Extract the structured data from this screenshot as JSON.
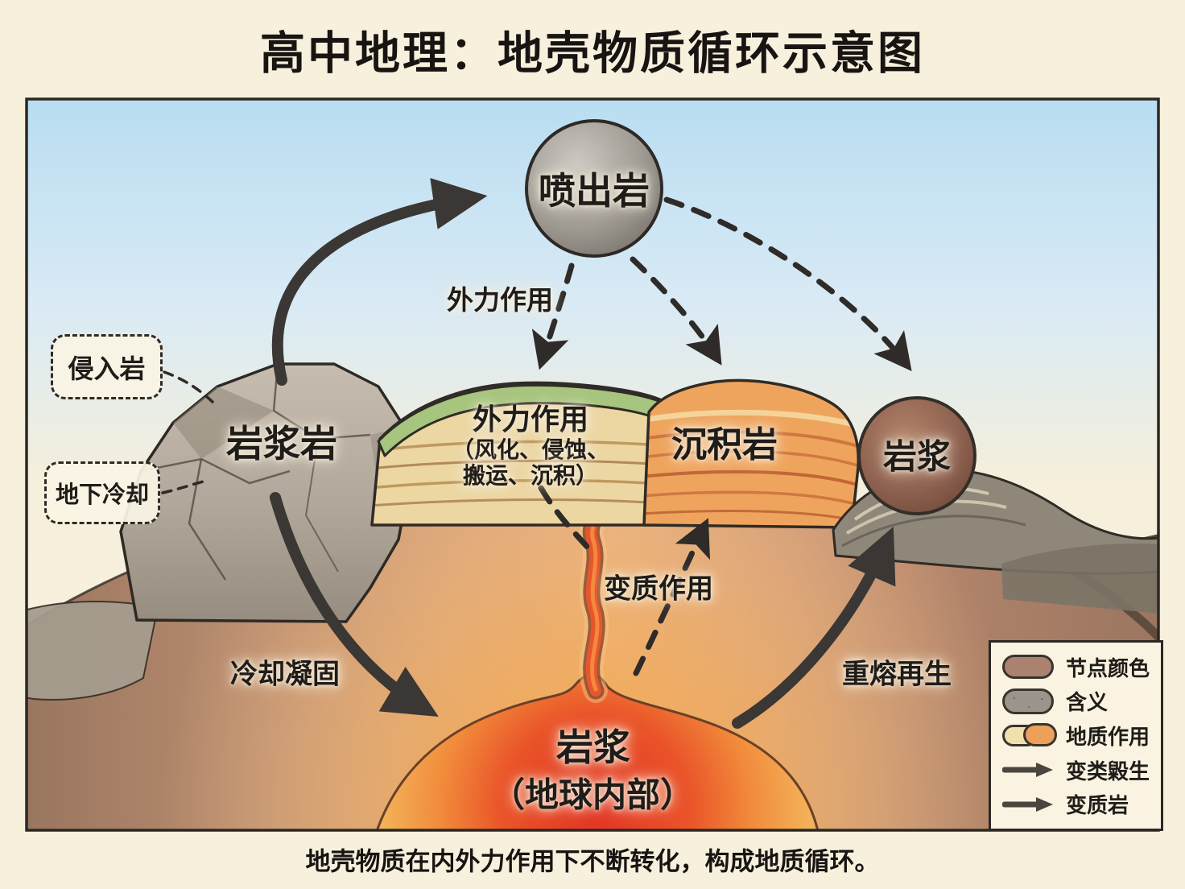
{
  "title": "高中地理：地壳物质循环示意图",
  "caption": "地壳物质在内外力作用下不断转化，构成地质循环。",
  "nodes": {
    "extrusive": "喷出岩",
    "igneous": "岩浆岩",
    "sedimentary": "沉积岩",
    "magma_pocket": "岩浆",
    "magma_interior": [
      "岩浆",
      "（地球内部）"
    ],
    "weathering_block": [
      "外力作用",
      "（风化、侵蚀、",
      "搬运、沉积）"
    ]
  },
  "callouts": {
    "intrusive": "侵入岩",
    "underground_cooling": "地下冷却"
  },
  "processes": {
    "external_force": "外力作用",
    "cooling": "冷却凝固",
    "metamorphism": "变质作用",
    "remelting": "重熔再生"
  },
  "legend": {
    "items": [
      {
        "label": "节点颜色",
        "swatch": "brown-pill"
      },
      {
        "label": "含义",
        "swatch": "gray-pill"
      },
      {
        "label": "地质作用",
        "swatch": "dual-pill"
      },
      {
        "label": "变类毇生",
        "swatch": "solid-arrow"
      },
      {
        "label": "变质岩",
        "swatch": "solid-arrow"
      }
    ]
  },
  "colors": {
    "paper": "#f7f0dd",
    "sky_blue": "#bfdff2",
    "earth_brown": "#a07a62",
    "magma_core": "#e23322",
    "magma_glow": "#f5a44c",
    "sphere_gray": "#9a958e",
    "sphere_brown": "#96705c",
    "ink": "#262321"
  }
}
